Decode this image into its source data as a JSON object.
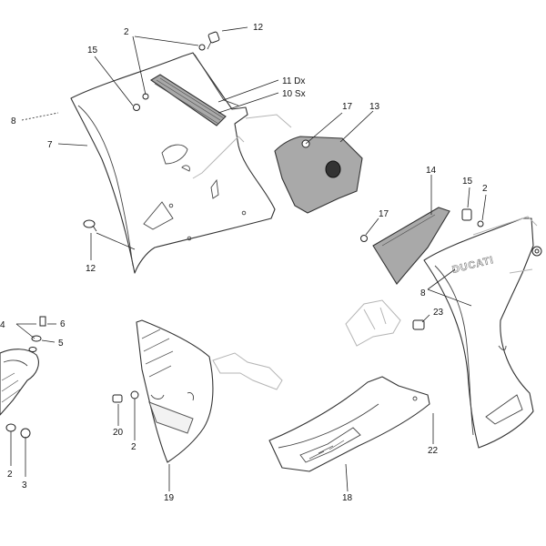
{
  "callouts": {
    "c2a": "2",
    "c12a": "12",
    "c15a": "15",
    "c11": "11 Dx",
    "c10": "10 Sx",
    "c8a": "8",
    "c7": "7",
    "c17a": "17",
    "c13": "13",
    "c12b": "12",
    "c14": "14",
    "c15b": "15",
    "c2b": "2",
    "c17b": "17",
    "c8b": "8",
    "c4": "4",
    "c6": "6",
    "c5": "5",
    "c23": "23",
    "c20": "20",
    "c2c": "2",
    "c2d": "2",
    "c3": "3",
    "c19": "19",
    "c22": "22",
    "c18": "18"
  },
  "brand_text": "DUCATI",
  "colors": {
    "line": "#333333",
    "grey_part": "#a9a9a9",
    "ghost": "#b5b5b5"
  },
  "icons": [
    "screw-icon",
    "washer-icon",
    "nut-icon",
    "rivet-icon"
  ]
}
